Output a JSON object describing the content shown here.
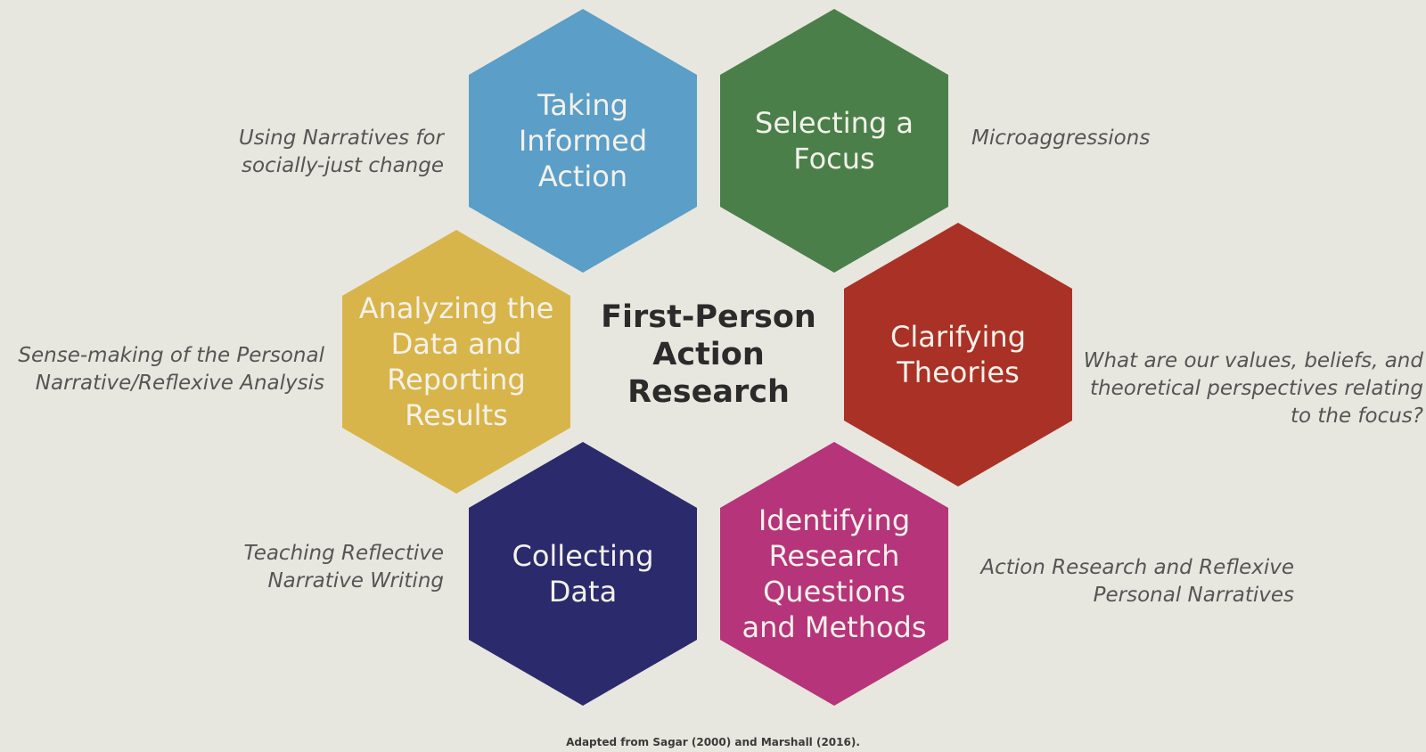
{
  "center": {
    "title": "First-Person\nAction\nResearch"
  },
  "hexagons": [
    {
      "id": "taking-informed-action",
      "label": "Taking\nInformed\nAction",
      "color": "#5b9ec7"
    },
    {
      "id": "selecting-a-focus",
      "label": "Selecting a\nFocus",
      "color": "#4a7f4a"
    },
    {
      "id": "clarifying-theories",
      "label": "Clarifying\nTheories",
      "color": "#aa3126"
    },
    {
      "id": "identifying-research-questions",
      "label": "Identifying\nResearch\nQuestions\nand Methods",
      "color": "#b6347a"
    },
    {
      "id": "collecting-data",
      "label": "Collecting\nData",
      "color": "#2b2a6c"
    },
    {
      "id": "analyzing-the-data",
      "label": "Analyzing the\nData and\nReporting\nResults",
      "color": "#d8b54a"
    }
  ],
  "annotations": {
    "taking_informed_action": "Using Narratives for\nsocially-just change",
    "selecting_a_focus": "Microaggressions",
    "clarifying_theories": "What are our values, beliefs, and\ntheoretical perspectives relating\nto the focus?",
    "identifying_research_questions": "Action Research and Reflexive\nPersonal Narratives",
    "collecting_data": "Teaching Reflective\nNarrative Writing",
    "analyzing_the_data": "Sense-making of the Personal\nNarrative/Reflexive Analysis"
  },
  "footer": {
    "citation": "Adapted from Sagar (2000) and Marshall (2016)."
  }
}
